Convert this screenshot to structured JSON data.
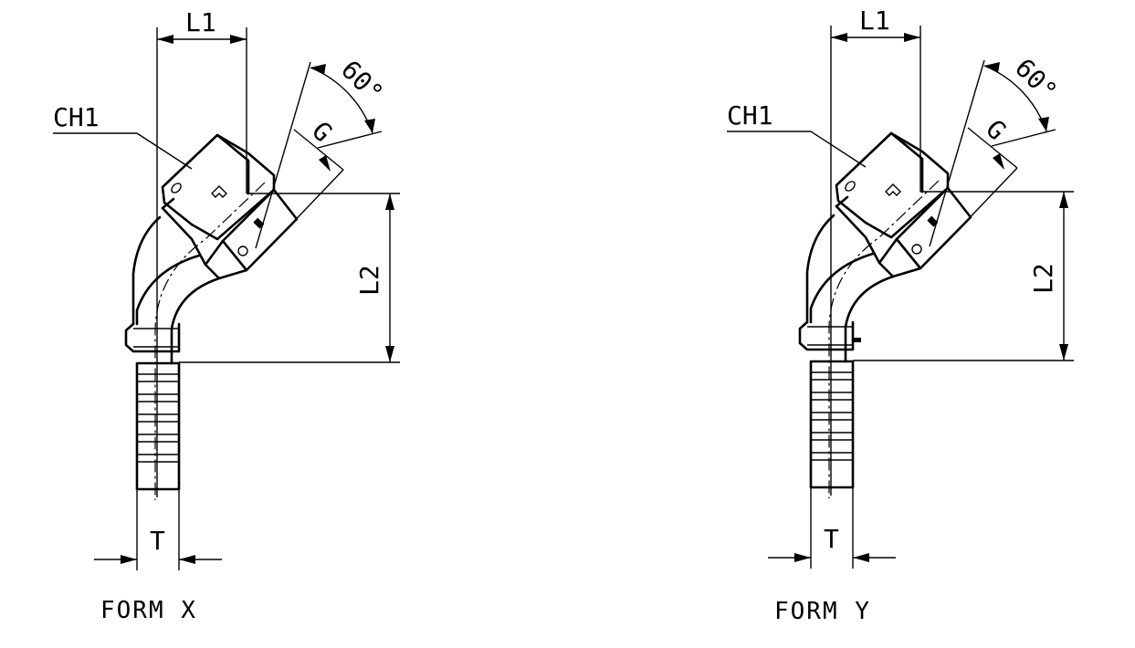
{
  "figures": [
    {
      "id": "x",
      "labels": {
        "l1": "L1",
        "l2": "L2",
        "ch1": "CH1",
        "g": "G",
        "angle": "60°",
        "t": "T"
      },
      "caption": "FORM X"
    },
    {
      "id": "y",
      "labels": {
        "l1": "L1",
        "l2": "L2",
        "ch1": "CH1",
        "g": "G",
        "angle": "60°",
        "t": "T"
      },
      "caption": "FORM Y"
    }
  ],
  "colors": {
    "ink": "#000000",
    "background": "#ffffff"
  }
}
